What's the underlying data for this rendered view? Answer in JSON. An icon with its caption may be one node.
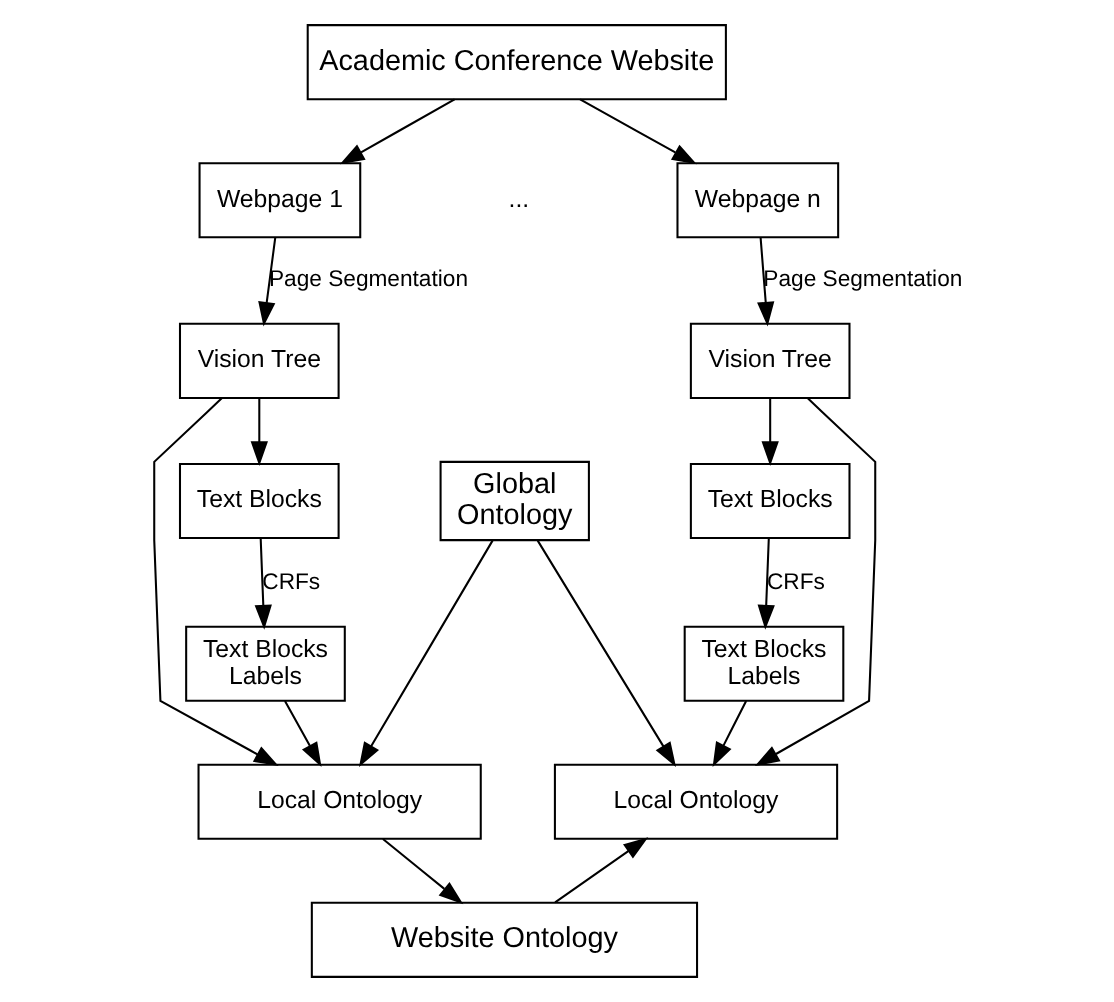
{
  "diagram": {
    "nodes": [
      {
        "text": [
          "Academic Conference Website"
        ]
      },
      {
        "text": [
          "Webpage 1"
        ]
      },
      {
        "text": [
          "Webpage n"
        ]
      },
      {
        "text": [
          "Vision Tree"
        ]
      },
      {
        "text": [
          "Vision Tree"
        ]
      },
      {
        "text": [
          "Text Blocks"
        ]
      },
      {
        "text": [
          "Global Ontology"
        ]
      },
      {
        "text": [
          "Text Blocks"
        ]
      },
      {
        "text": [
          "Text Blocks Labels"
        ]
      },
      {
        "text": [
          "Text Blocks Labels"
        ]
      },
      {
        "text": [
          "Local Ontology"
        ]
      },
      {
        "text": [
          "Local Ontology"
        ]
      },
      {
        "text": [
          "Website Ontology"
        ]
      }
    ],
    "edges": [
      {
        "from": 0,
        "to": 1,
        "arrow": "to"
      },
      {
        "from": 0,
        "to": 2,
        "arrow": "to"
      },
      {
        "from": 1,
        "to": 3,
        "arrow": "to",
        "label": "Page Segmentation"
      },
      {
        "from": 2,
        "to": 4,
        "arrow": "to",
        "label": "Page Segmentation"
      },
      {
        "from": 3,
        "to": 5,
        "arrow": "to"
      },
      {
        "from": 3,
        "to": 10,
        "arrow": "to"
      },
      {
        "from": 4,
        "to": 7,
        "arrow": "to"
      },
      {
        "from": 4,
        "to": 11,
        "arrow": "to"
      },
      {
        "from": 5,
        "to": 8,
        "arrow": "to",
        "label": "CRFs"
      },
      {
        "from": 7,
        "to": 9,
        "arrow": "to",
        "label": "CRFs"
      },
      {
        "from": 6,
        "to": 10,
        "arrow": "to"
      },
      {
        "from": 6,
        "to": 11,
        "arrow": "to"
      },
      {
        "from": 8,
        "to": 10,
        "arrow": "to"
      },
      {
        "from": 9,
        "to": 11,
        "arrow": "to"
      },
      {
        "from": 10,
        "to": 12,
        "arrow": "to"
      },
      {
        "from": 12,
        "to": 11,
        "arrow": "to"
      }
    ],
    "labels": [
      "..."
    ]
  }
}
